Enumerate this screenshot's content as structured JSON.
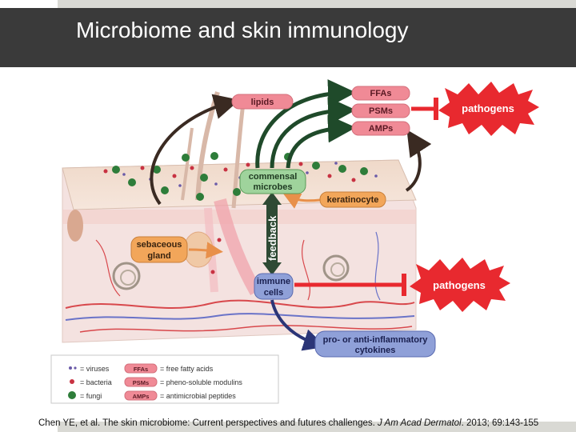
{
  "slide": {
    "title": "Microbiome and skin immunology",
    "citation_main": "Chen YE, et al. The skin microbiome: Current perspectives and futures challenges. ",
    "citation_journal": "J Am Acad Dermatol",
    "citation_tail": ". 2013; 69:143-155"
  },
  "diagram": {
    "lipids": "lipids",
    "ffas": "FFAs",
    "psms": "PSMs",
    "amps": "AMPs",
    "pathogens_top": "pathogens",
    "pathogens_bottom": "pathogens",
    "commensal_line1": "commensal",
    "commensal_line2": "microbes",
    "keratinocyte": "keratinocyte",
    "feedback": "feedback",
    "sebaceous_line1": "sebaceous",
    "sebaceous_line2": "gland",
    "immune_line1": "immune",
    "immune_line2": "cells",
    "cytokines_line1": "pro- or anti-inflammatory",
    "cytokines_line2": "cytokines"
  },
  "legend": {
    "viruses": "= viruses",
    "bacteria": "= bacteria",
    "fungi": "= fungi",
    "ffas_badge": "FFAs",
    "psms_badge": "PSMs",
    "amps_badge": "AMPs",
    "ffas_desc": "= free fatty acids",
    "psms_desc": "= pheno-soluble modulins",
    "amps_desc": "= antimicrobial peptides"
  },
  "colors": {
    "title_bg": "#3a3a3a",
    "pink_label": "#f08a96",
    "pathogen_red": "#e8292f",
    "green_arrow": "#1f4a2a",
    "orange_label": "#f2a65a",
    "blue_label": "#8fa0d8",
    "green_label": "#9fd39c"
  }
}
